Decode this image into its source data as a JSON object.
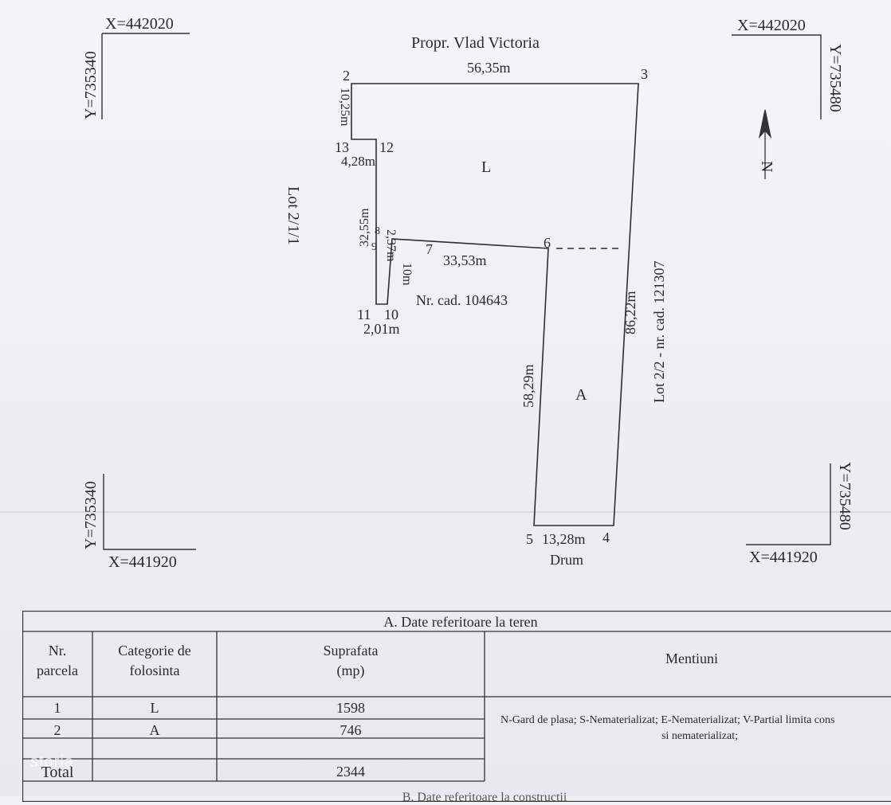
{
  "corners": {
    "top_left_x": "X=442020",
    "top_left_y": "Y=735340",
    "top_right_x": "X=442020",
    "top_right_y": "Y=735480",
    "bottom_left_x": "X=441920",
    "bottom_left_y": "Y=735340",
    "bottom_right_x": "X=441920",
    "bottom_right_y": "Y=735480"
  },
  "plan": {
    "owner_north": "Propr. Vlad Victoria",
    "left_lot": "Lot 2/1/1",
    "right_lot": "Lot 2/2 - nr. cad. 121307",
    "road": "Drum",
    "cadastral": "Nr. cad. 104643",
    "parcel_L": "L",
    "parcel_A": "A",
    "north_label": "N",
    "points": {
      "p2": "2",
      "p3": "3",
      "p4": "4",
      "p5": "5",
      "p6": "6",
      "p7": "7",
      "p8": "8",
      "p9": "9",
      "p10": "10",
      "p11": "11",
      "p12": "12",
      "p13": "13"
    },
    "dimensions": {
      "d2_3": "56,35m",
      "d2_13": "10,25m",
      "d13_12": "4,28m",
      "d12_8": "32,55m",
      "d8_9": "2,37m",
      "d9_10": "10m",
      "d10_11": "2,01m",
      "d7_6": "33,53m",
      "d6_5": "58,29m",
      "d3_4": "86,22m",
      "d5_4": "13,28m"
    }
  },
  "table": {
    "title": "A. Date referitoare la teren",
    "headers": {
      "nr": [
        "Nr.",
        "parcela"
      ],
      "cat": [
        "Categorie de",
        "folosinta"
      ],
      "supr": [
        "Suprafata",
        "(mp)"
      ],
      "ment": "Mentiuni"
    },
    "rows": [
      {
        "nr": "1",
        "cat": "L",
        "supr": "1598"
      },
      {
        "nr": "2",
        "cat": "A",
        "supr": "746"
      }
    ],
    "total_label": "Total",
    "total_value": "2344",
    "mentions": [
      "N-Gard de plasa; S-Nematerializat; E-Nematerializat; V-Partial limita cons",
      "si nematerializat;"
    ],
    "next_section": "B. Date referitoare la constructii"
  },
  "watermark": "storia"
}
